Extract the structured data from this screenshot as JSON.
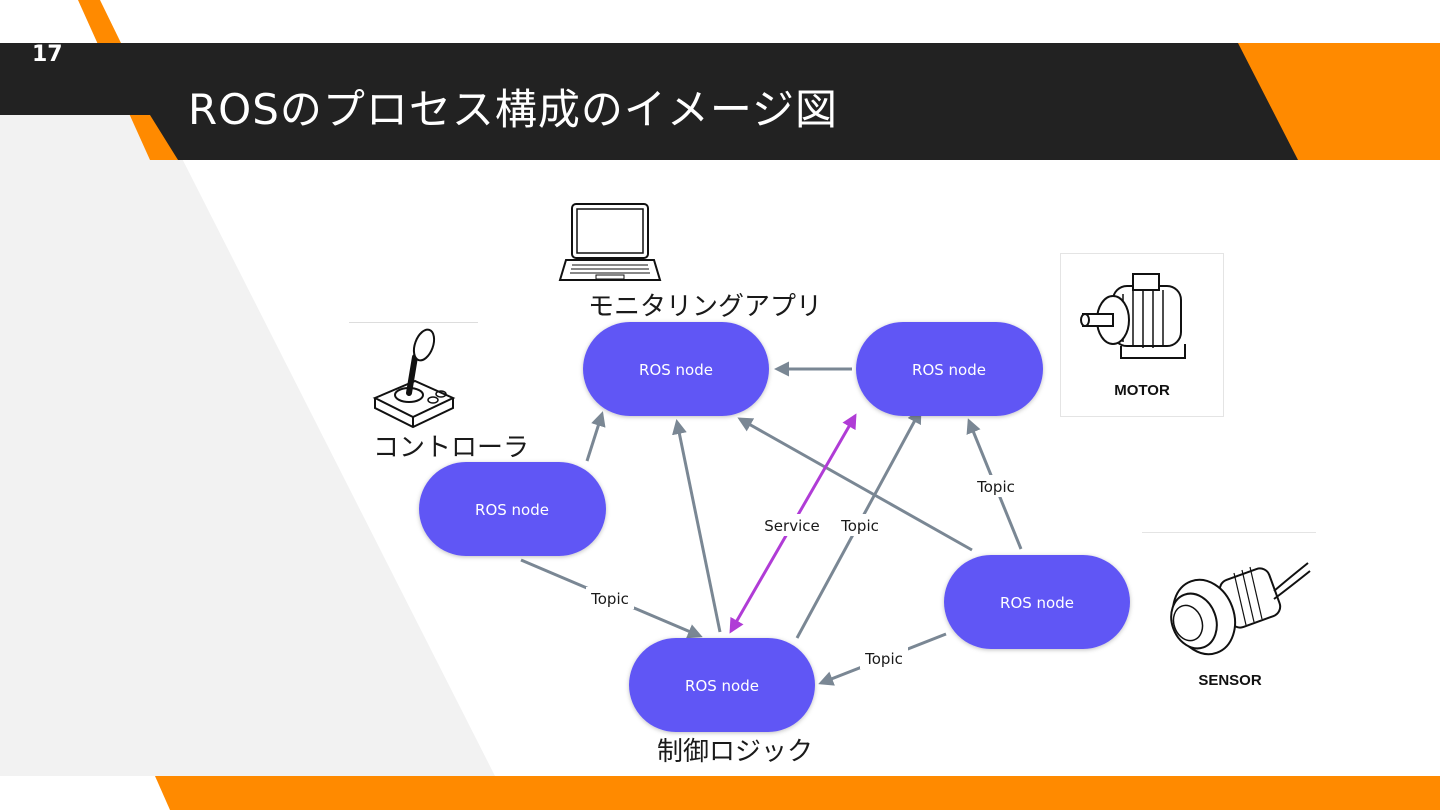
{
  "slide": {
    "number": "17",
    "title": "ROSのプロセス構成のイメージ図"
  },
  "colors": {
    "accent": "#ff8a00",
    "header": "#222222",
    "panel": "#f2f2f2",
    "node": "#6157f5",
    "edge": "#7a8794",
    "service_edge": "#b03cd6"
  },
  "diagram": {
    "nodes": [
      {
        "id": "monitor",
        "label": "ROS node"
      },
      {
        "id": "motor",
        "label": "ROS node"
      },
      {
        "id": "controller",
        "label": "ROS node"
      },
      {
        "id": "sensor",
        "label": "ROS node"
      },
      {
        "id": "control",
        "label": "ROS node"
      }
    ],
    "captions": {
      "monitor": "モニタリングアプリ",
      "controller": "コントローラ",
      "control": "制御ロジック"
    },
    "edges": [
      {
        "from": "motor",
        "to": "monitor",
        "label": ""
      },
      {
        "from": "controller",
        "to": "monitor",
        "label": ""
      },
      {
        "from": "control",
        "to": "monitor",
        "label": ""
      },
      {
        "from": "sensor",
        "to": "monitor",
        "label": ""
      },
      {
        "from": "sensor",
        "to": "motor",
        "label": "Topic"
      },
      {
        "from": "control",
        "to": "motor",
        "label": "Topic"
      },
      {
        "from": "control",
        "to": "motor",
        "label": "Service",
        "kind": "service"
      },
      {
        "from": "controller",
        "to": "control",
        "label": "Topic"
      },
      {
        "from": "sensor",
        "to": "control",
        "label": "Topic"
      }
    ],
    "icons": [
      {
        "name": "laptop-icon",
        "label": ""
      },
      {
        "name": "joystick-icon",
        "label": ""
      },
      {
        "name": "motor-icon",
        "label": "MOTOR"
      },
      {
        "name": "sensor-icon",
        "label": "SENSOR"
      }
    ]
  }
}
